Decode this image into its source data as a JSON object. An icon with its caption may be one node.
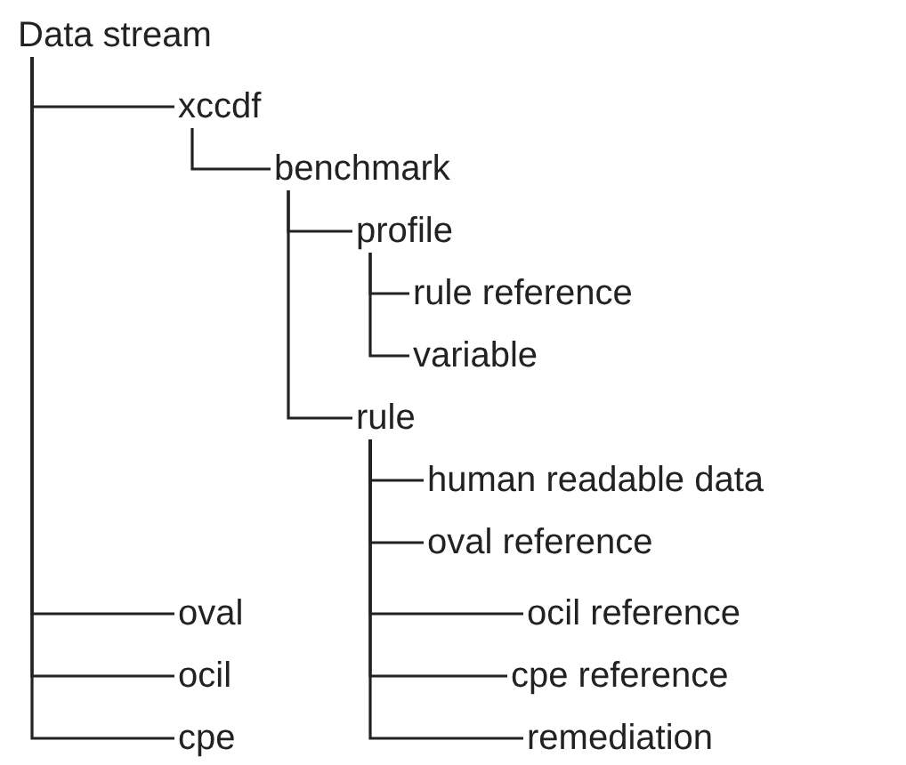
{
  "diagram": {
    "nodes": [
      {
        "text": [
          "Data stream"
        ]
      },
      {
        "text": [
          "xccdf"
        ]
      },
      {
        "text": [
          "benchmark"
        ]
      },
      {
        "text": [
          "profile"
        ]
      },
      {
        "text": [
          "rule reference"
        ]
      },
      {
        "text": [
          "variable"
        ]
      },
      {
        "text": [
          "rule"
        ]
      },
      {
        "text": [
          "human readable data"
        ]
      },
      {
        "text": [
          "oval reference"
        ]
      },
      {
        "text": [
          "oval"
        ]
      },
      {
        "text": [
          "ocil reference"
        ]
      },
      {
        "text": [
          "ocil"
        ]
      },
      {
        "text": [
          "cpe reference"
        ]
      },
      {
        "text": [
          "cpe"
        ]
      },
      {
        "text": [
          "remediation"
        ]
      }
    ],
    "edges": [
      {
        "from": 0,
        "to": 1,
        "arrow": "none"
      },
      {
        "from": 1,
        "to": 2,
        "arrow": "none"
      },
      {
        "from": 2,
        "to": 3,
        "arrow": "none"
      },
      {
        "from": 3,
        "to": 4,
        "arrow": "none"
      },
      {
        "from": 3,
        "to": 5,
        "arrow": "none"
      },
      {
        "from": 2,
        "to": 6,
        "arrow": "none"
      },
      {
        "from": 6,
        "to": 7,
        "arrow": "none"
      },
      {
        "from": 6,
        "to": 8,
        "arrow": "none"
      },
      {
        "from": 0,
        "to": 9,
        "arrow": "none"
      },
      {
        "from": 6,
        "to": 10,
        "arrow": "none"
      },
      {
        "from": 0,
        "to": 11,
        "arrow": "none"
      },
      {
        "from": 6,
        "to": 12,
        "arrow": "none"
      },
      {
        "from": 0,
        "to": 13,
        "arrow": "none"
      },
      {
        "from": 6,
        "to": 14,
        "arrow": "none"
      }
    ]
  }
}
